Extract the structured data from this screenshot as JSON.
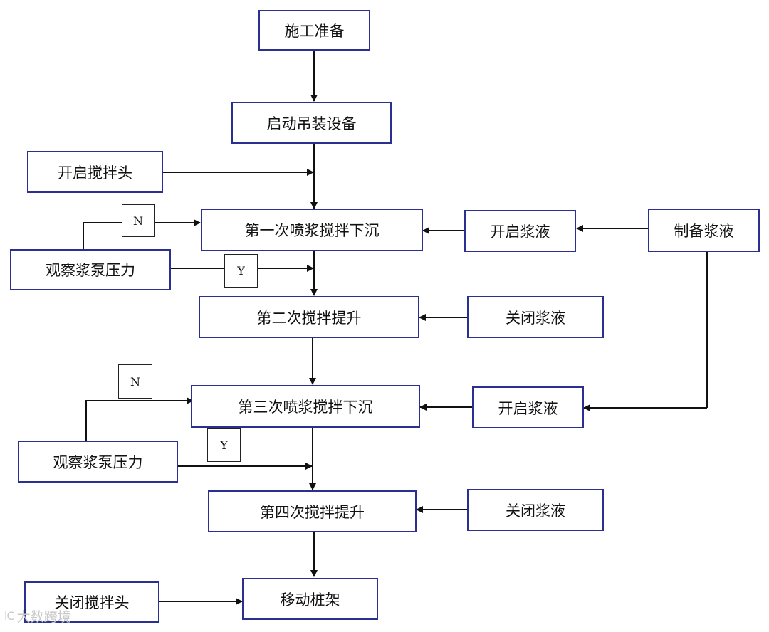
{
  "flowchart": {
    "nodes": {
      "prepare": "施工准备",
      "start_lifting": "启动吊装设备",
      "open_mix_head": "开启搅拌头",
      "first_spray_sink": "第一次喷浆搅拌下沉",
      "open_slurry_1": "开启浆液",
      "prepare_slurry": "制备浆液",
      "observe_pump_1": "观察浆泵压力",
      "second_mix_lift": "第二次搅拌提升",
      "close_slurry_1": "关闭浆液",
      "third_spray_sink": "第三次喷浆搅拌下沉",
      "open_slurry_2": "开启浆液",
      "observe_pump_2": "观察浆泵压力",
      "fourth_mix_lift": "第四次搅拌提升",
      "close_slurry_2": "关闭浆液",
      "close_mix_head": "关闭搅拌头",
      "move_pile_frame": "移动桩架"
    },
    "decisions": {
      "no_1": "N",
      "yes_1": "Y",
      "no_2": "N",
      "yes_2": "Y"
    },
    "colors": {
      "box_border": "#2b2f8f",
      "arrow": "#111111"
    }
  },
  "watermark": {
    "logo": "iC",
    "text": "大数跨境"
  }
}
